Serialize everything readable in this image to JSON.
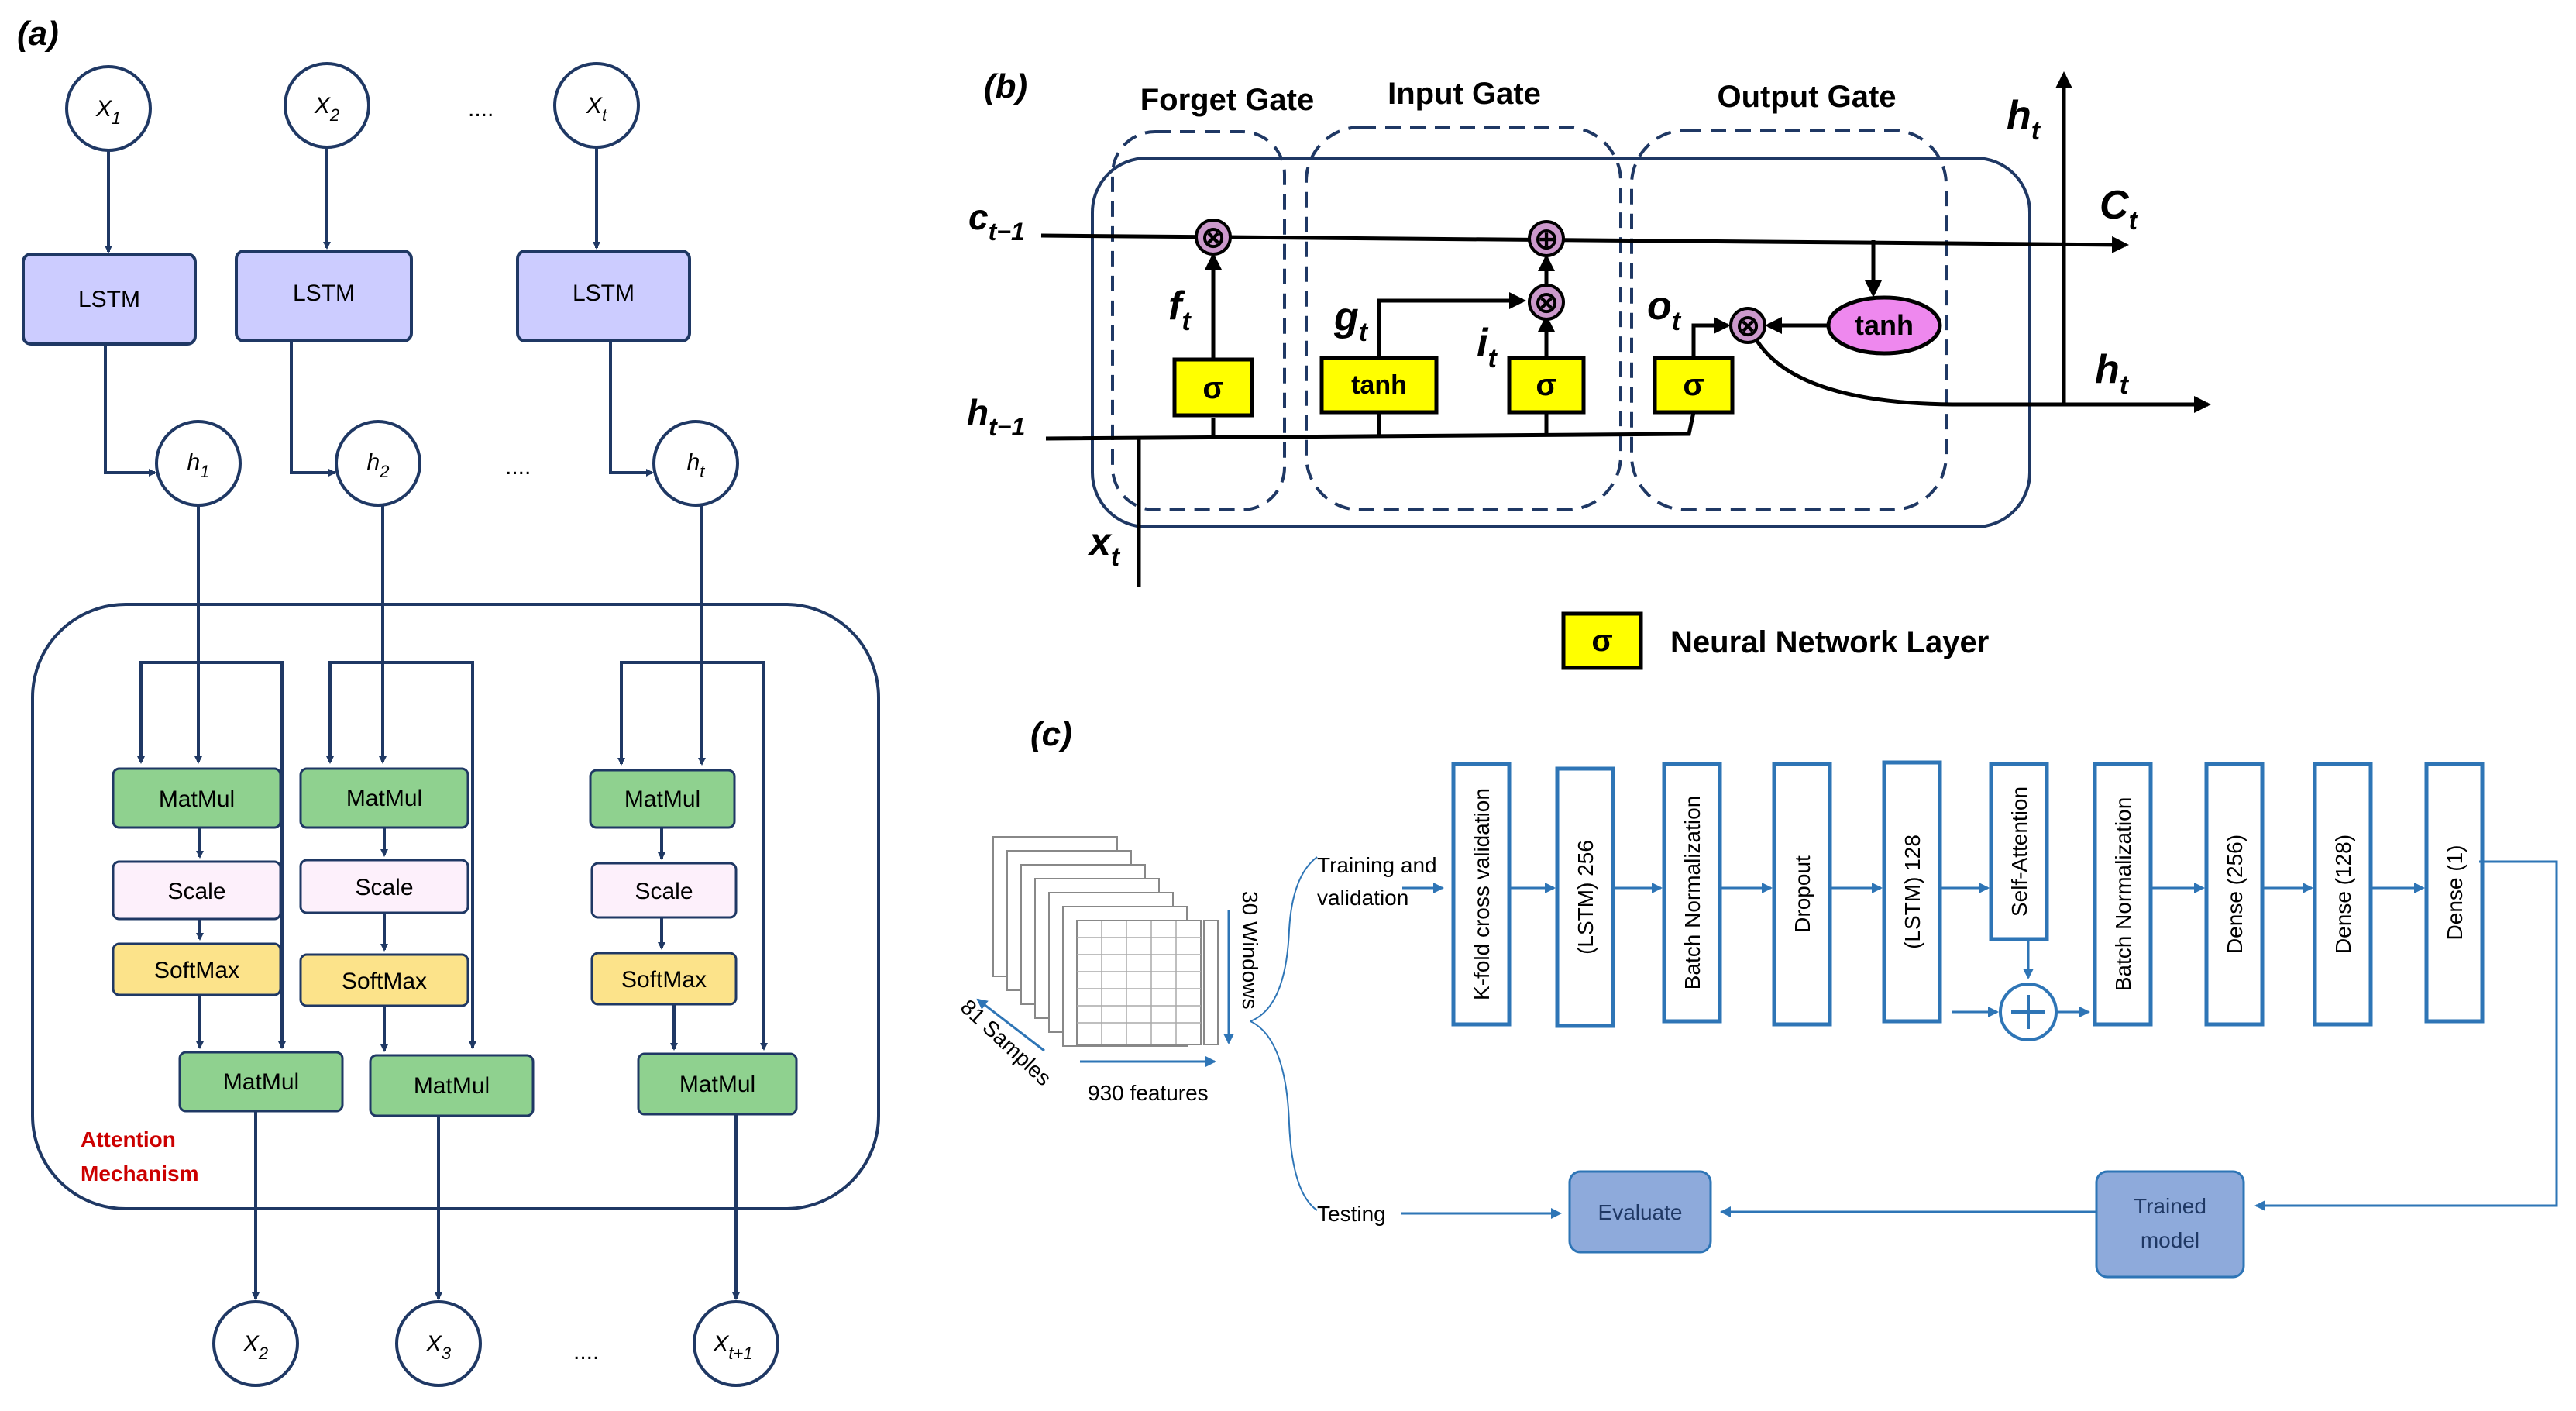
{
  "colors": {
    "navy": "#1f3864",
    "blue": "#2e75b6",
    "lstm_fill": "#ccccff",
    "matmul_fill": "#8fd18f",
    "scale_fill": "#fdf0fb",
    "softmax_fill": "#fce38a",
    "sigma_fill": "#ffff00",
    "tanh_oval_fill": "#ee88ee",
    "op_fill": "#cc99cc",
    "attention_text": "#cc0000",
    "trained_fill": "#8eaadb"
  },
  "panel_a": {
    "label": "(a)",
    "inputs": [
      {
        "base": "X",
        "sub": "1"
      },
      {
        "base": "X",
        "sub": "2"
      },
      {
        "base": "X",
        "sub": "t"
      }
    ],
    "input_ellipsis": "....",
    "lstm_label": "LSTM",
    "hidden": [
      {
        "base": "h",
        "sub": "1"
      },
      {
        "base": "h",
        "sub": "2"
      },
      {
        "base": "h",
        "sub": "t"
      }
    ],
    "hidden_ellipsis": "....",
    "matmul_label": "MatMul",
    "scale_label": "Scale",
    "softmax_label": "SoftMax",
    "attention_title": [
      "Attention",
      "Mechanism"
    ],
    "outputs": [
      {
        "base": "X",
        "sub": "2"
      },
      {
        "base": "X",
        "sub": "3"
      },
      {
        "base": "X",
        "sub": "t+1"
      }
    ],
    "output_ellipsis": "...."
  },
  "panel_b": {
    "label": "(b)",
    "gates": [
      "Forget Gate",
      "Input Gate",
      "Output Gate"
    ],
    "c_prev": {
      "base": "c",
      "sub": "t−1"
    },
    "h_prev": {
      "base": "h",
      "sub": "t−1"
    },
    "x_in": {
      "base": "x",
      "sub": "t"
    },
    "h_top": {
      "base": "h",
      "sub": "t"
    },
    "c_out": {
      "base": "C",
      "sub": "t"
    },
    "h_out": {
      "base": "h",
      "sub": "t"
    },
    "f_label": {
      "base": "f",
      "sub": "t"
    },
    "g_label": {
      "base": "g",
      "sub": "t"
    },
    "i_label": {
      "base": "i",
      "sub": "t"
    },
    "o_label": {
      "base": "o",
      "sub": "t"
    },
    "sigma": "σ",
    "tanh": "tanh",
    "mult_symbol": "⊗",
    "add_symbol": "⊕",
    "legend_symbol": "σ",
    "legend_text": "Neural Network Layer"
  },
  "panel_c": {
    "label": "(c)",
    "windows_label": "30 Windows",
    "samples_label": "81 Samples",
    "features_label": "930 features",
    "training_label": [
      "Training and",
      "validation"
    ],
    "testing_label": "Testing",
    "pipeline": [
      "K-fold cross validation",
      "(LSTM) 256",
      "Batch Normalization",
      "Dropout",
      "(LSTM) 128",
      "Self-Attention",
      "Batch Normalization",
      "Dense (256)",
      "Dense (128)",
      "Dense (1)"
    ],
    "evaluate_label": "Evaluate",
    "trained_label": [
      "Trained",
      "model"
    ]
  }
}
